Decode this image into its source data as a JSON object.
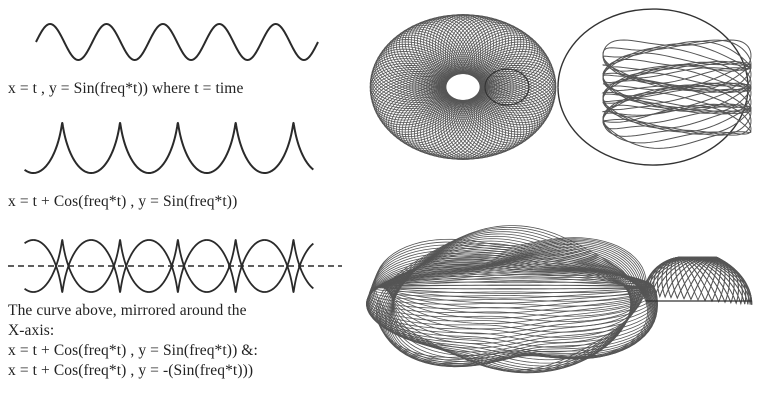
{
  "captions": {
    "sine": "x = t , y = Sin(freq*t)) where t = time",
    "loops": "x = t + Cos(freq*t) , y = Sin(freq*t))",
    "mirror_line1": "The curve above, mirrored around the",
    "mirror_line2": "X-axis:",
    "mirror_line3": "x = t + Cos(freq*t) , y = Sin(freq*t)) &:",
    "mirror_line4": "x = t + Cos(freq*t) , y = -(Sin(freq*t)))"
  },
  "colors": {
    "curve": "#2a2a2a",
    "wire": "#555555",
    "background": "#ffffff"
  },
  "figures": [
    "sine-wave-curve",
    "looping-curve",
    "mirrored-looping-curve",
    "wire-torus-sculpture",
    "wire-barrel-sculpture",
    "wire-blob-sculpture",
    "wire-dome-sculpture"
  ]
}
